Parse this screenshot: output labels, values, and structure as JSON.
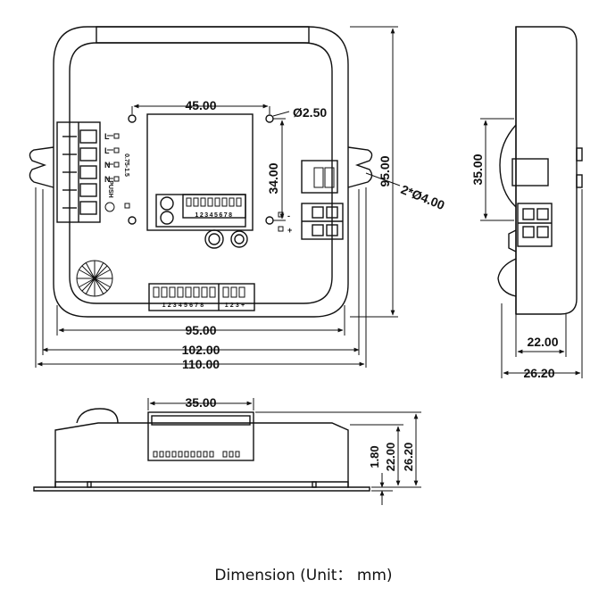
{
  "caption": "Dimension (Unit： mm)",
  "front_view": {
    "width_95": "95.00",
    "width_102": "102.00",
    "width_110": "110.00",
    "height_95": "95.00",
    "hole_spacing_h": "45.00",
    "hole_spacing_v": "34.00",
    "hole_dia": "Ø2.50",
    "mount_hole": "2*Ø4.00",
    "terminal_labels": [
      "L",
      "L",
      "N",
      "N"
    ],
    "terminal_side_text": "0.75-1.5",
    "push_label": "PUSH",
    "out_minus": "-",
    "out_plus": "+",
    "dip1_numbers": "12345678",
    "dip2_numbers": "12345678",
    "dip3_numbers": "123+"
  },
  "side_view": {
    "height_35": "35.00",
    "depth_22": "22.00",
    "depth_26": "26.20"
  },
  "bottom_view": {
    "width_35": "35.00",
    "dim_180": "1.80",
    "dim_22": "22.00",
    "dim_262": "26.20"
  }
}
